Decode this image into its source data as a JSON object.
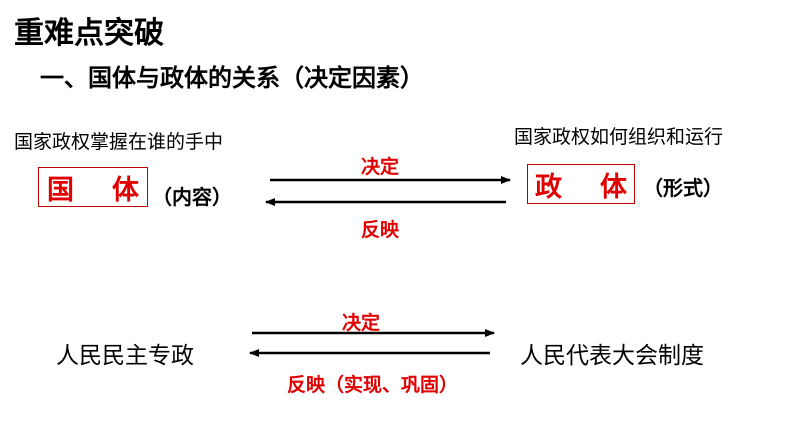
{
  "title": "重难点突破",
  "section": "一、国体与政体的关系（决定因素）",
  "upper": {
    "left_desc": "国家政权掌握在谁的手中",
    "right_desc": "国家政权如何组织和运行",
    "left_box": [
      "国",
      "体"
    ],
    "right_box": [
      "政",
      "体"
    ],
    "left_note": "（内容）",
    "right_note": "（形式）",
    "arrow_right_label": "决定",
    "arrow_left_label": "反映"
  },
  "lower": {
    "left_text": "人民民主专政",
    "right_text": "人民代表大会制度",
    "arrow_right_label": "决定",
    "arrow_left_label": "反映（实现、巩固）"
  },
  "colors": {
    "accent": "#e00000",
    "box_border": "#c00000",
    "text": "#000000"
  }
}
